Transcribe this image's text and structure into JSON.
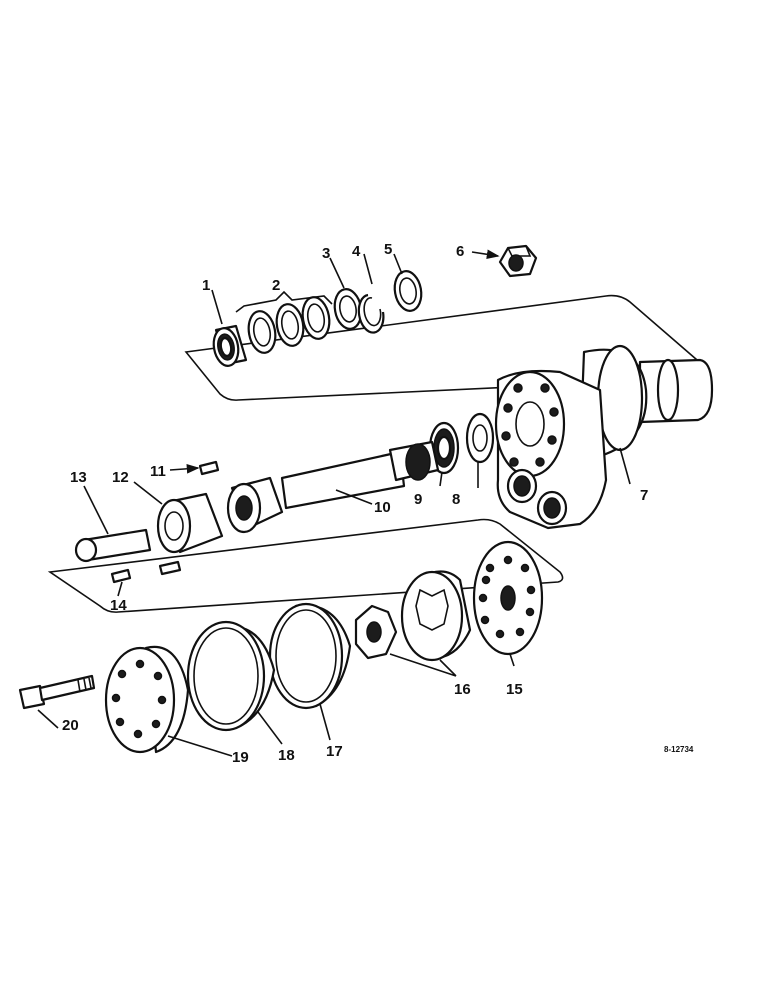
{
  "callouts": {
    "c1": "1",
    "c2": "2",
    "c3": "3",
    "c4": "4",
    "c5": "5",
    "c6": "6",
    "c7": "7",
    "c8": "8",
    "c9": "9",
    "c10": "10",
    "c11": "11",
    "c12": "12",
    "c13": "13",
    "c14": "14",
    "c15": "15",
    "c16": "16",
    "c17": "17",
    "c18": "18",
    "c19": "19",
    "c20": "20"
  },
  "drawing_number": "8-12734"
}
